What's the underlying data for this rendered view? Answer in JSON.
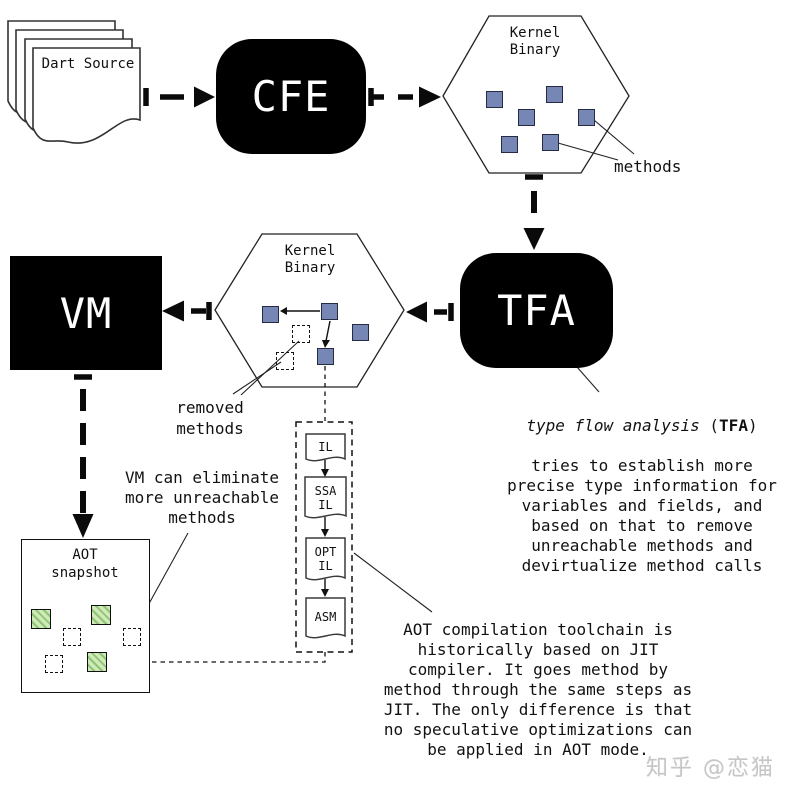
{
  "colors": {
    "box_black": "#000000",
    "box_text": "#ffffff",
    "method_square_fill": "#7787b5",
    "method_square_border": "#242b42",
    "aot_square_fill": "#cfe9bb",
    "aot_square_hatch": "#8fc473",
    "line": "#111111",
    "watermark": "#c6c6c6"
  },
  "nodes": {
    "dart_source": {
      "label": "Dart Source"
    },
    "cfe": {
      "label": "CFE"
    },
    "kernel_binary_top": {
      "label": "Kernel\nBinary",
      "method_count": 6
    },
    "tfa": {
      "label": "TFA"
    },
    "kernel_binary_mid": {
      "label": "Kernel\nBinary",
      "method_count": 4,
      "removed_count": 2
    },
    "vm": {
      "label": "VM"
    },
    "aot_snapshot": {
      "label": "AOT\nsnapshot",
      "kept_count": 3,
      "eliminated_count": 3
    }
  },
  "il_pipeline": {
    "steps": [
      {
        "label": "IL"
      },
      {
        "label": "SSA\nIL"
      },
      {
        "label": "OPT\nIL"
      },
      {
        "label": "ASM"
      }
    ]
  },
  "labels": {
    "methods": "methods",
    "removed_methods": "removed\nmethods",
    "vm_eliminate": "VM can eliminate\nmore unreachable\nmethods"
  },
  "notes": {
    "tfa_note": {
      "italic": "type flow analysis",
      "paren_open": " (",
      "bold": "TFA",
      "paren_close": ")",
      "body": "tries to establish more\nprecise type information for\nvariables and fields, and\nbased on that to remove\nunreachable methods and\ndevirtualize method calls"
    },
    "aot_note": "AOT compilation toolchain is\nhistorically based on JIT\ncompiler. It goes method by\nmethod through the same steps as\nJIT. The only difference is that\nno speculative optimizations can\nbe applied in AOT mode."
  },
  "watermark": "知乎 @恋猫"
}
